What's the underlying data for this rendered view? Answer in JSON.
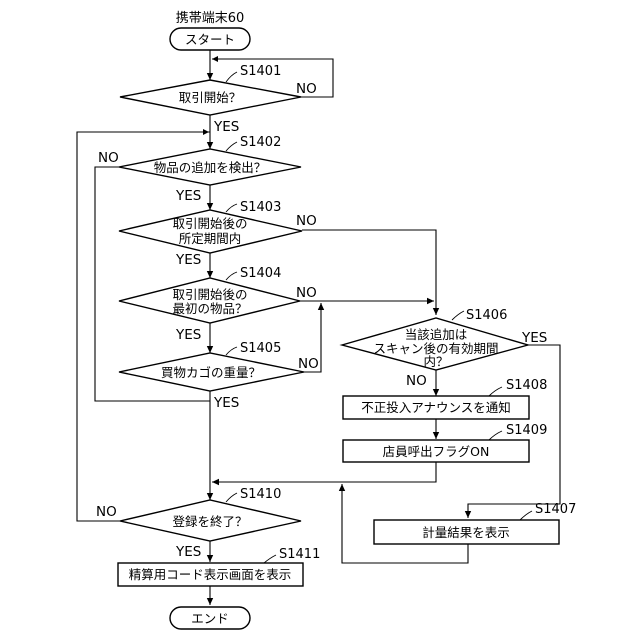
{
  "title": "携帯端末60",
  "terminals": {
    "start": "スタート",
    "end": "エンド"
  },
  "decisions": {
    "s1401": {
      "step": "S1401",
      "lines": [
        "取引開始？"
      ]
    },
    "s1402": {
      "step": "S1402",
      "lines": [
        "物品の追加を検出？"
      ]
    },
    "s1403": {
      "step": "S1403",
      "lines": [
        "取引開始後の",
        "所定期間内"
      ]
    },
    "s1404": {
      "step": "S1404",
      "lines": [
        "取引開始後の",
        "最初の物品？"
      ]
    },
    "s1405": {
      "step": "S1405",
      "lines": [
        "買物カゴの重量？"
      ]
    },
    "s1406": {
      "step": "S1406",
      "lines": [
        "当該追加は",
        "スキャン後の有効期間",
        "内？"
      ]
    },
    "s1410": {
      "step": "S1410",
      "lines": [
        "登録を終了？"
      ]
    }
  },
  "processes": {
    "s1407": {
      "step": "S1407",
      "label": "計量結果を表示"
    },
    "s1408": {
      "step": "S1408",
      "label": "不正投入アナウンスを通知"
    },
    "s1409": {
      "step": "S1409",
      "label": "店員呼出フラグON"
    },
    "s1411": {
      "step": "S1411",
      "label": "精算用コード表示画面を表示"
    }
  },
  "branch_labels": {
    "yes": "YES",
    "no": "NO"
  }
}
